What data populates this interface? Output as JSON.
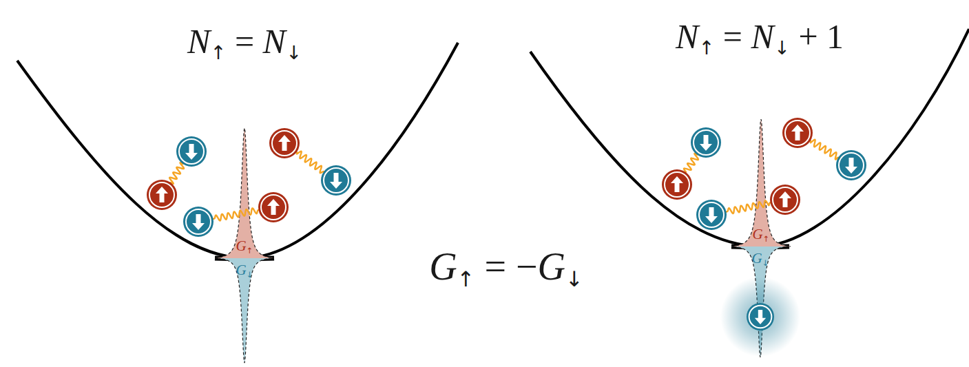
{
  "diagram": {
    "nodes": [
      {
        "text": [
          "G↑"
        ]
      },
      {
        "text": [
          "G↓"
        ]
      },
      {
        "text": [
          "G↑"
        ]
      },
      {
        "text": [
          "G↓"
        ]
      }
    ],
    "labels": [
      "N↑ = N↓",
      "G↑ = −G↓",
      "N↑ = N↓ + 1"
    ]
  }
}
